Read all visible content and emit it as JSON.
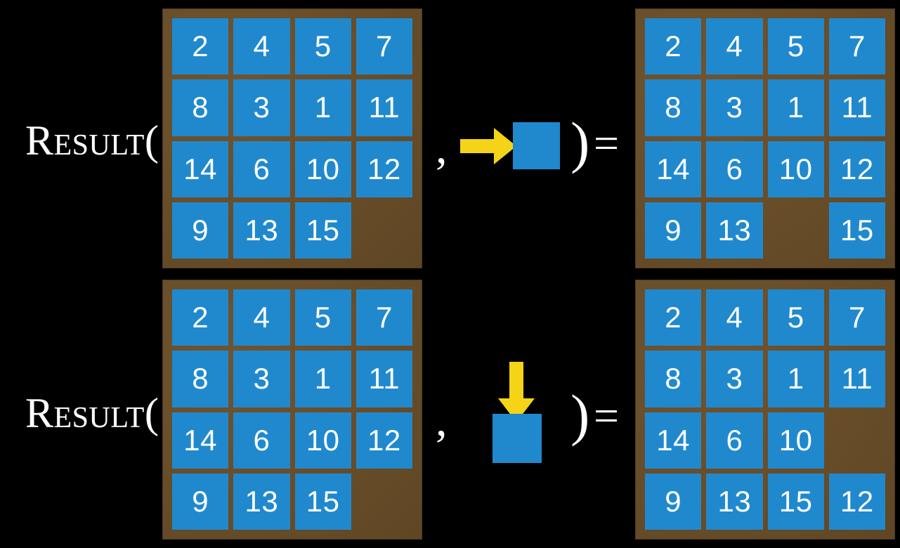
{
  "slide": {
    "background_color": "#000000",
    "tile_color": "#2089ce",
    "board_color": "#6b4f2b",
    "arrow_color": "#f5d417",
    "text_color": "#ffffff"
  },
  "rows": [
    {
      "id": "row-right-move",
      "label": "Result(",
      "comma": ",",
      "close_paren": ")",
      "equals": "=",
      "operand_icon": "arrow-right-into-tile",
      "arrow_direction": "right",
      "input_board": {
        "name": "input-board-row1",
        "grid": [
          [
            "2",
            "4",
            "5",
            "7"
          ],
          [
            "8",
            "3",
            "1",
            "11"
          ],
          [
            "14",
            "6",
            "10",
            "12"
          ],
          [
            "9",
            "13",
            "15",
            ""
          ]
        ]
      },
      "output_board": {
        "name": "output-board-row1",
        "grid": [
          [
            "2",
            "4",
            "5",
            "7"
          ],
          [
            "8",
            "3",
            "1",
            "11"
          ],
          [
            "14",
            "6",
            "10",
            "12"
          ],
          [
            "9",
            "13",
            "",
            "15"
          ]
        ]
      }
    },
    {
      "id": "row-down-move",
      "label": "Result(",
      "comma": ",",
      "close_paren": ")",
      "equals": "=",
      "operand_icon": "arrow-down-into-tile",
      "arrow_direction": "down",
      "input_board": {
        "name": "input-board-row2",
        "grid": [
          [
            "2",
            "4",
            "5",
            "7"
          ],
          [
            "8",
            "3",
            "1",
            "11"
          ],
          [
            "14",
            "6",
            "10",
            "12"
          ],
          [
            "9",
            "13",
            "15",
            ""
          ]
        ]
      },
      "output_board": {
        "name": "output-board-row2",
        "grid": [
          [
            "2",
            "4",
            "5",
            "7"
          ],
          [
            "8",
            "3",
            "1",
            "11"
          ],
          [
            "14",
            "6",
            "10",
            ""
          ],
          [
            "9",
            "13",
            "15",
            "12"
          ]
        ]
      }
    }
  ]
}
